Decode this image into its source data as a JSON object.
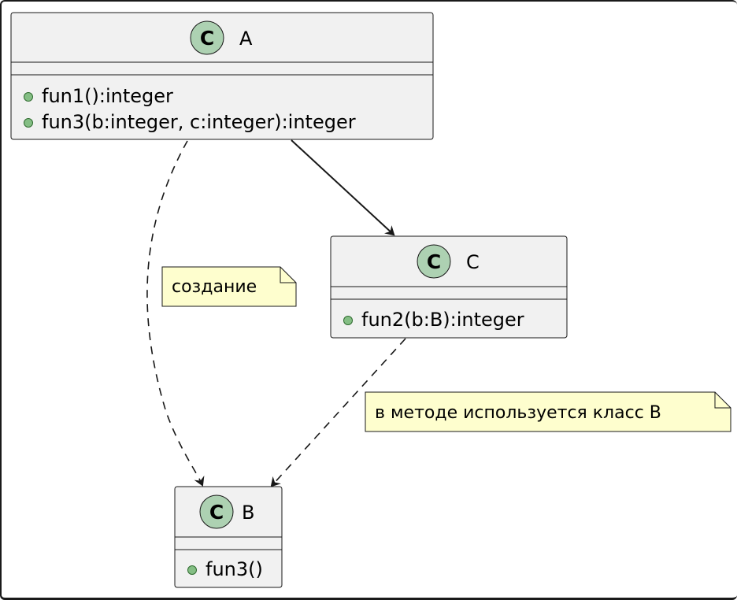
{
  "colors": {
    "class_fill": "#f1f1f1",
    "class_border": "#181818",
    "stereotype_circle": "#add1b2",
    "member_dot": "#84be84",
    "note_fill": "#fefece",
    "line": "#181818"
  },
  "classes": {
    "A": {
      "stereotype": "C",
      "name": "A",
      "methods": [
        "fun1():integer",
        "fun3(b:integer, c:integer):integer"
      ]
    },
    "C": {
      "stereotype": "C",
      "name": "C",
      "methods": [
        "fun2(b:B):integer"
      ]
    },
    "B": {
      "stereotype": "C",
      "name": "B",
      "methods": [
        "fun3()"
      ]
    }
  },
  "notes": {
    "creation": "создание",
    "usage": "в методе используется класс B"
  },
  "relations": [
    {
      "from": "A",
      "to": "C",
      "style": "solid"
    },
    {
      "from": "A",
      "to": "B",
      "style": "dashed"
    },
    {
      "from": "C",
      "to": "B",
      "style": "dashed"
    }
  ]
}
